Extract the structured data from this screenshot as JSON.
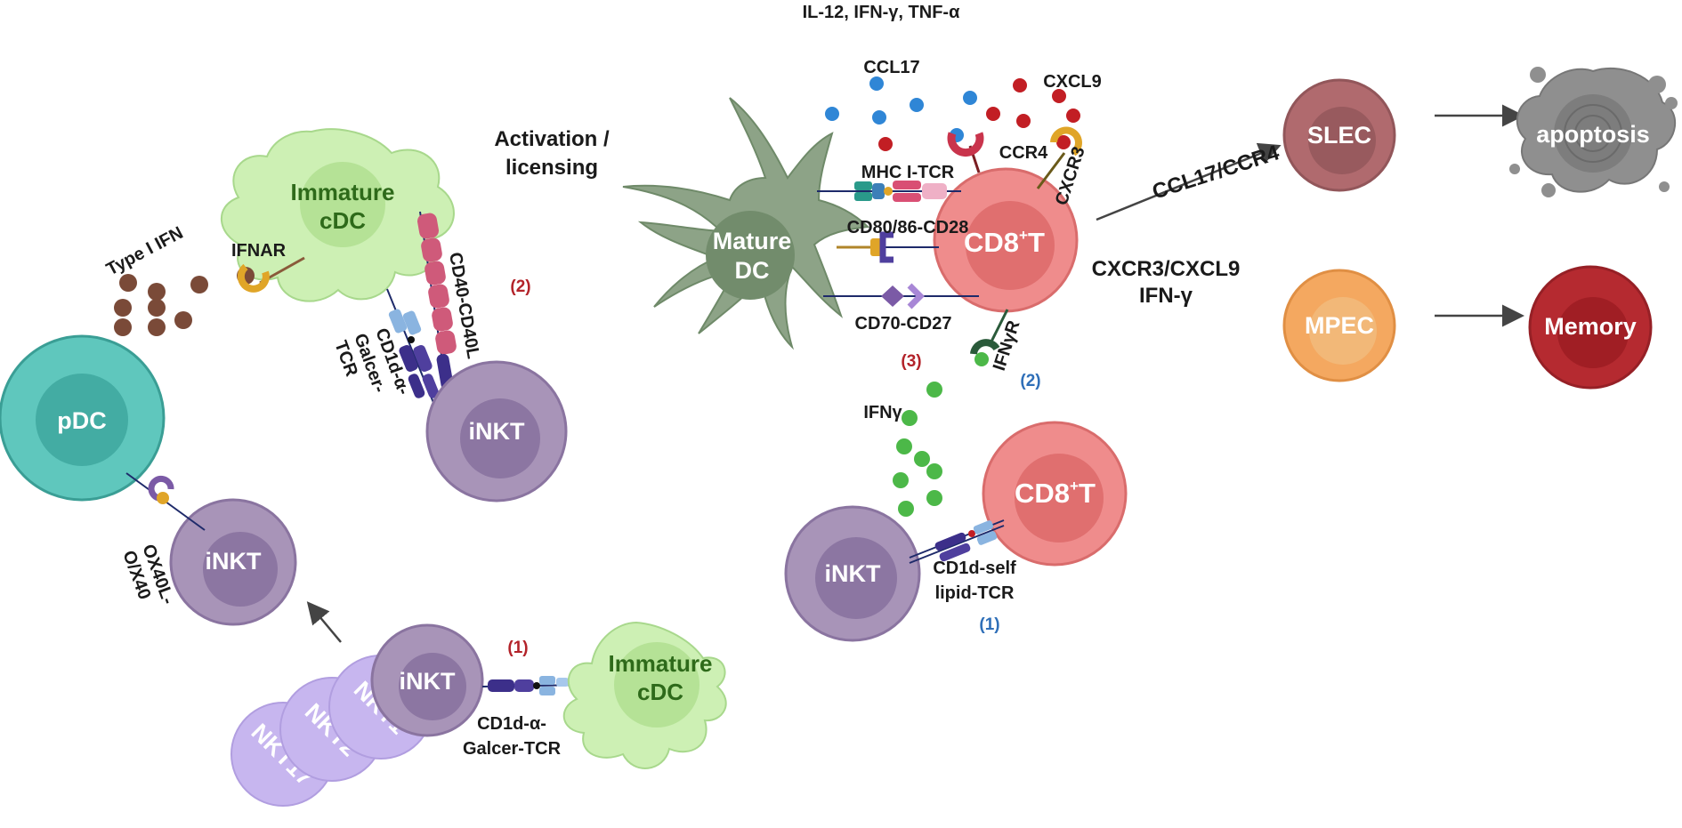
{
  "header": {
    "cytokines": "IL-12, IFN-γ, TNF-α"
  },
  "labels": {
    "activation_line1": "Activation /",
    "activation_line2": "licensing",
    "type_i_ifn": "Type I IFN",
    "ifnar": "IFNAR",
    "ccl17": "CCL17",
    "cxcl9": "CXCL9",
    "ccr4": "CCR4",
    "cxcr3": "CXCR3",
    "mhc_tcr": "MHC I-TCR",
    "cd80_cd28": "CD80/86-CD28",
    "cd70_cd27": "CD70-CD27",
    "ifngr": "IFNγR",
    "ifng": "IFNγ",
    "cd40": "CD40-CD40L",
    "cd1d_galcer_top_1": "CD1d-α-",
    "cd1d_galcer_top_2": "Galcer-",
    "cd1d_galcer_top_3": "TCR",
    "ox40_1": "OX40L-",
    "ox40_2": "O/X40",
    "cd1d_galcer_bottom_1": "CD1d-α-",
    "cd1d_galcer_bottom_2": "Galcer-TCR",
    "cd1d_self_1": "CD1d-self",
    "cd1d_self_2": "lipid-TCR",
    "ccl17_ccr4": "CCL17/CCR4",
    "cxcr3_cxcl9": "CXCR3/CXCL9",
    "ifn_gamma": "IFN-γ"
  },
  "markers": {
    "red_1": "(1)",
    "red_2": "(2)",
    "red_3": "(3)",
    "blue_1": "(1)",
    "blue_2": "(2)"
  },
  "cells": {
    "pdc": "pDC",
    "inkt_top": "iNKT",
    "inkt_left": "iNKT",
    "inkt_bottom": "iNKT",
    "inkt_right": "iNKT",
    "nkt1": "NKT1",
    "nkt2": "NKT2",
    "nkt17": "NKT17",
    "immature_cdc_top_1": "Immature",
    "immature_cdc_top_2": "cDC",
    "immature_cdc_bottom_1": "Immature",
    "immature_cdc_bottom_2": "cDC",
    "mature_dc_1": "Mature",
    "mature_dc_2": "DC",
    "cd8_top": "CD8",
    "cd8_bottom": "CD8",
    "cd8_sup": "+",
    "cd8_t": "T",
    "slec": "SLEC",
    "mpec": "MPEC",
    "memory": "Memory",
    "apoptosis": "apoptosis"
  },
  "colors": {
    "inkt": "#a894b8",
    "pdc": "#5fc7bd",
    "immature_cdc": "#cdf0b4",
    "mature_dc": "#8da387",
    "cd8": "#ef8c8c",
    "slec": "#b06a6e",
    "mpec": "#f4a860",
    "memory": "#b52a30",
    "apoptosis": "#8f8f8f",
    "type_i_ifn_dot": "#7a4a38",
    "ccl17_dot": "#2f86d6",
    "cxcl9_dot": "#c21e24",
    "ifng_dot": "#4cb848",
    "marker_red": "#b3232a",
    "marker_blue": "#2f6fb8"
  }
}
